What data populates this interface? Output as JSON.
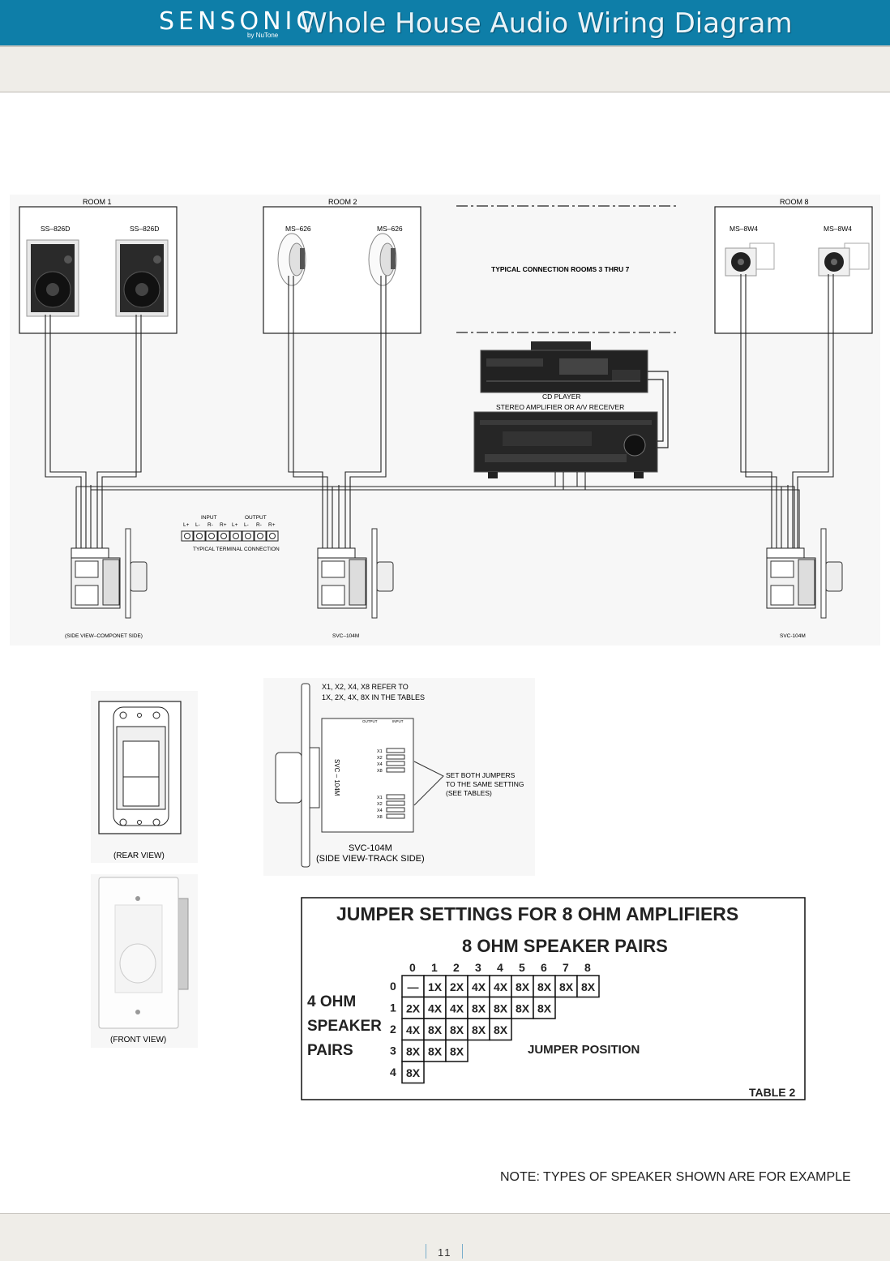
{
  "header": {
    "brand": "SENSONIC",
    "brand_sub": "by NuTone",
    "title": "Whole House Audio Wiring Diagram"
  },
  "rooms": [
    {
      "label": "ROOM 1",
      "speakers": [
        "SS–826D",
        "SS–826D"
      ]
    },
    {
      "label": "ROOM 2",
      "speakers": [
        "MS–626",
        "MS–626"
      ]
    },
    {
      "label": "ROOM 8",
      "speakers": [
        "MS–8W4",
        "MS–8W4"
      ]
    }
  ],
  "typical_connection": "TYPICAL CONNECTION ROOMS 3 THRU 7",
  "equipment": {
    "cd_player": "CD PLAYER",
    "amplifier": "STEREO AMPLIFIER OR A/V RECEIVER"
  },
  "terminal": {
    "input_label": "INPUT",
    "output_label": "OUTPUT",
    "pins": [
      "L+",
      "L-",
      "R-",
      "R+",
      "L+",
      "L-",
      "R-",
      "R+"
    ],
    "caption": "TYPICAL TERMINAL CONNECTION"
  },
  "control_captions": [
    "(SIDE VIEW–COMPONET SIDE)",
    "SVC–104M",
    "SVC-104M"
  ],
  "rear_view": "(REAR VIEW)",
  "front_view": "(FRONT VIEW)",
  "track_side": {
    "refer_line1": "X1,   X2,   X4,   X8   REFER TO",
    "refer_line2": "1X,   2X,   4X,   8X   IN THE TABLES",
    "jumper_note": [
      "SET BOTH JUMPERS",
      "TO THE SAME SETTING",
      "(SEE TABLES)"
    ],
    "pins": [
      "X1",
      "X2",
      "X4",
      "X8"
    ],
    "model_vertical": "SVC – 104M",
    "header_output": "OUTPUT",
    "header_input": "INPUT",
    "caption1": "SVC-104M",
    "caption2": "(SIDE VIEW-TRACK SIDE)"
  },
  "table": {
    "title": "JUMPER SETTINGS FOR 8 OHM AMPLIFIERS",
    "col_header": "8 OHM SPEAKER PAIRS",
    "cols": [
      "0",
      "1",
      "2",
      "3",
      "4",
      "5",
      "6",
      "7",
      "8"
    ],
    "row_header": [
      "4 OHM",
      "SPEAKER",
      "PAIRS"
    ],
    "rows": [
      {
        "label": "0",
        "cells": [
          "—",
          "1X",
          "2X",
          "4X",
          "4X",
          "8X",
          "8X",
          "8X",
          "8X"
        ]
      },
      {
        "label": "1",
        "cells": [
          "2X",
          "4X",
          "4X",
          "8X",
          "8X",
          "8X",
          "8X"
        ]
      },
      {
        "label": "2",
        "cells": [
          "4X",
          "8X",
          "8X",
          "8X",
          "8X"
        ]
      },
      {
        "label": "3",
        "cells": [
          "8X",
          "8X",
          "8X"
        ]
      },
      {
        "label": "4",
        "cells": [
          "8X"
        ]
      }
    ],
    "jumper_position": "JUMPER POSITION",
    "table_label": "TABLE 2"
  },
  "note": "NOTE: TYPES OF SPEAKER SHOWN ARE FOR EXAMPLE",
  "footer": {
    "page": "11"
  }
}
